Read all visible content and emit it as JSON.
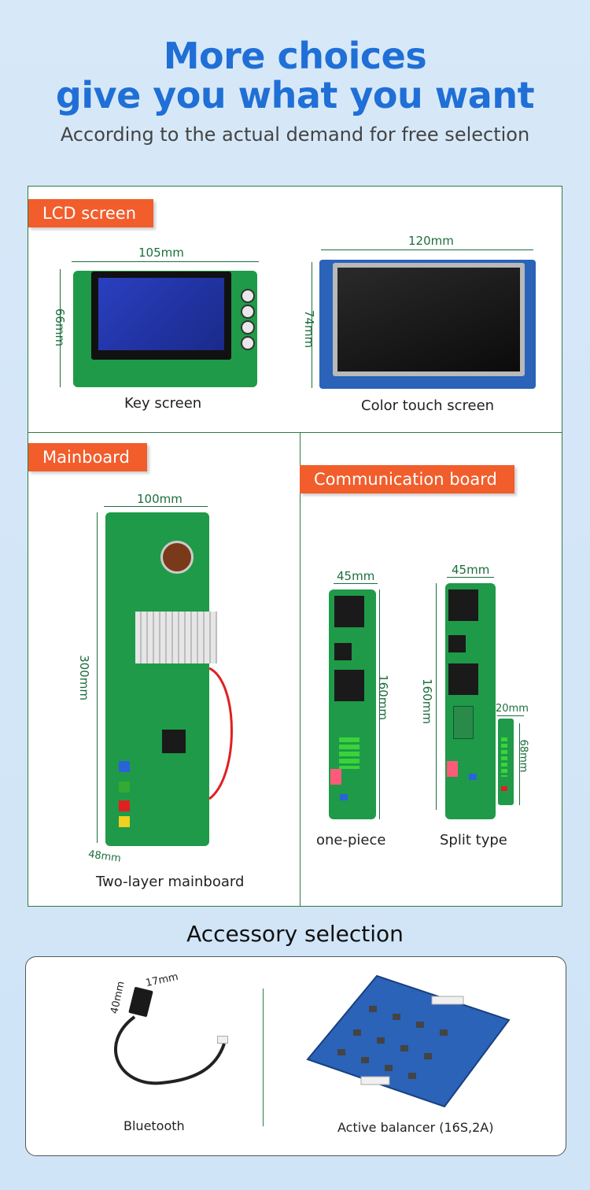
{
  "header": {
    "title_line1": "More choices",
    "title_line2": "give you what you want",
    "subtitle": "According to the actual demand for free selection"
  },
  "lcd": {
    "tag": "LCD screen",
    "key_screen": {
      "caption": "Key screen",
      "width": "105mm",
      "height": "66mm"
    },
    "touch_screen": {
      "caption": "Color touch screen",
      "width": "120mm",
      "height": "74mm"
    }
  },
  "mainboard": {
    "tag": "Mainboard",
    "caption": "Two-layer mainboard",
    "width": "100mm",
    "height": "300mm",
    "depth": "48mm"
  },
  "comm": {
    "tag": "Communication board",
    "one_piece": {
      "caption": "one-piece",
      "width": "45mm",
      "height": "160mm"
    },
    "split": {
      "caption": "Split type",
      "width": "45mm",
      "height": "160mm",
      "small_width": "20mm",
      "small_height": "68mm"
    }
  },
  "accessory": {
    "title": "Accessory selection",
    "bluetooth": {
      "caption": "Bluetooth",
      "width": "17mm",
      "height": "40mm"
    },
    "balancer": {
      "caption": "Active balancer (16S,2A)"
    }
  },
  "colors": {
    "title_blue": "#1f6fd6",
    "tag_orange": "#f25d2c",
    "pcb_green": "#1f9a48",
    "pcb_blue": "#2a63b8",
    "border_green": "#2d7a45"
  }
}
